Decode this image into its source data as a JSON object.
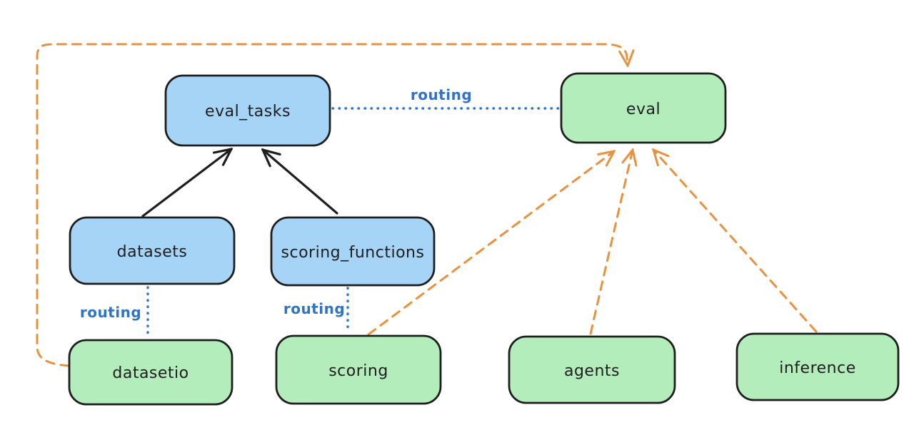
{
  "diagram": {
    "background": "#ffffff",
    "nodes": [
      {
        "id": "eval_tasks",
        "label": "eval_tasks",
        "kind": "registry",
        "fill": "blue"
      },
      {
        "id": "eval",
        "label": "eval",
        "kind": "api",
        "fill": "green"
      },
      {
        "id": "datasets",
        "label": "datasets",
        "kind": "registry",
        "fill": "blue"
      },
      {
        "id": "scoring_functions",
        "label": "scoring_functions",
        "kind": "registry",
        "fill": "blue"
      },
      {
        "id": "datasetio",
        "label": "datasetio",
        "kind": "api",
        "fill": "green"
      },
      {
        "id": "scoring",
        "label": "scoring",
        "kind": "api",
        "fill": "green"
      },
      {
        "id": "agents",
        "label": "agents",
        "kind": "api",
        "fill": "green"
      },
      {
        "id": "inference",
        "label": "inference",
        "kind": "api",
        "fill": "green"
      }
    ],
    "edges": [
      {
        "from": "datasets",
        "to": "eval_tasks",
        "style": "solid-arrow",
        "color": "black",
        "label": ""
      },
      {
        "from": "scoring_functions",
        "to": "eval_tasks",
        "style": "solid-arrow",
        "color": "black",
        "label": ""
      },
      {
        "from": "eval_tasks",
        "to": "eval",
        "style": "dotted-line",
        "color": "blue",
        "label": "routing"
      },
      {
        "from": "datasets",
        "to": "datasetio",
        "style": "dotted-line",
        "color": "blue",
        "label": "routing"
      },
      {
        "from": "scoring_functions",
        "to": "scoring",
        "style": "dotted-line",
        "color": "blue",
        "label": "routing"
      },
      {
        "from": "datasetio",
        "to": "eval",
        "style": "dashed-arrow",
        "color": "orange",
        "label": ""
      },
      {
        "from": "scoring",
        "to": "eval",
        "style": "dashed-arrow",
        "color": "orange",
        "label": ""
      },
      {
        "from": "agents",
        "to": "eval",
        "style": "dashed-arrow",
        "color": "orange",
        "label": ""
      },
      {
        "from": "inference",
        "to": "eval",
        "style": "dashed-arrow",
        "color": "orange",
        "label": ""
      }
    ],
    "colors": {
      "node-blue-fill": "#a6d4f7",
      "node-green-fill": "#b4edbc",
      "node-stroke": "#1e1e1e",
      "arrow-black": "#1e1e1e",
      "routing-blue": "#2f74c8",
      "dependency-orange": "#e8913f"
    }
  }
}
